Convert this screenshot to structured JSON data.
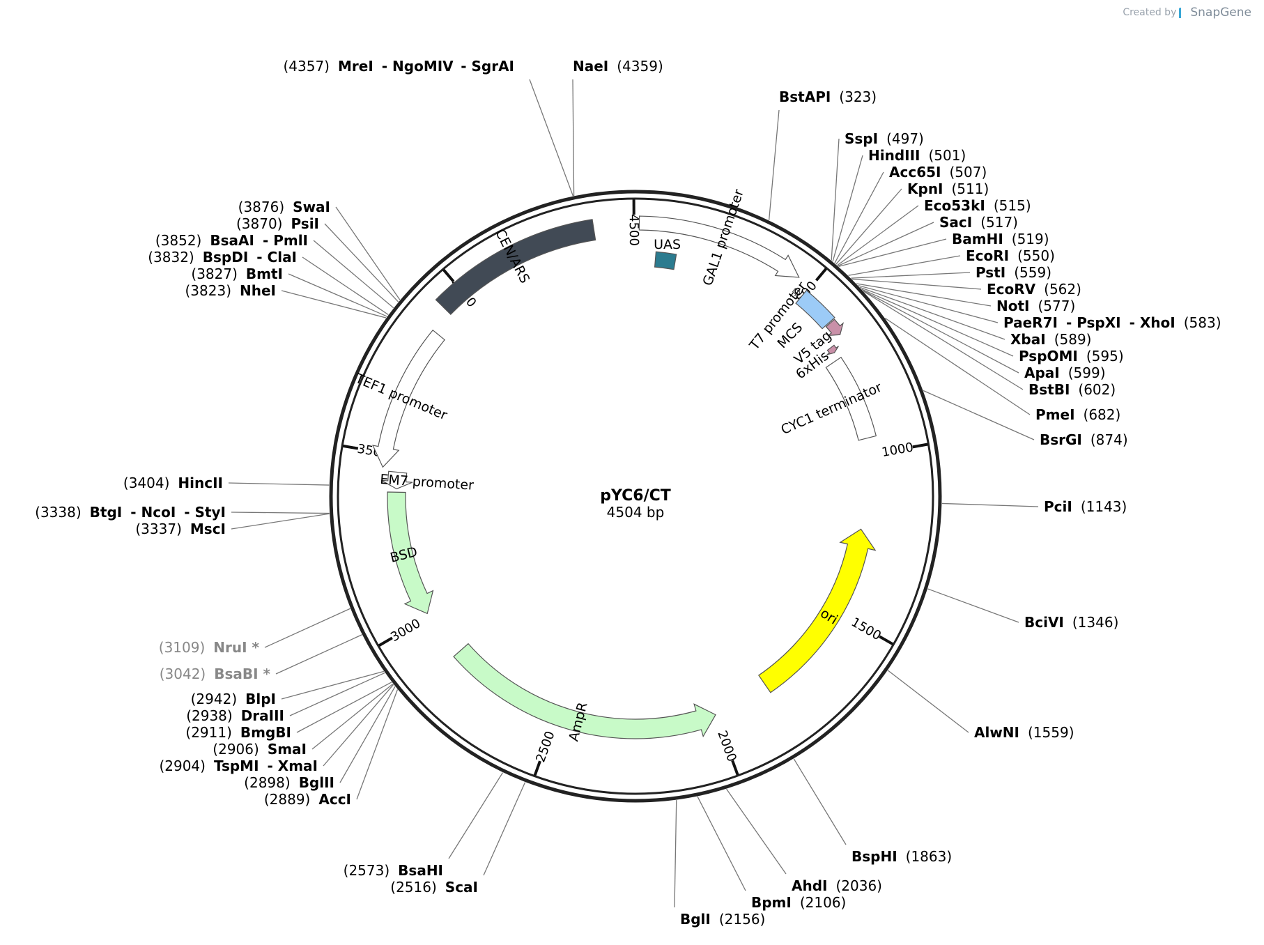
{
  "credit": {
    "prefix": "Created by",
    "brand": "SnapGene"
  },
  "plasmid": {
    "name": "pYC6/CT",
    "length_label": "4504 bp",
    "length": 4504
  },
  "colors": {
    "backbone": "#222222",
    "leader": "#777777",
    "cen_ars": "#414a55",
    "uas": "#2b7b8f",
    "bsd": "#c8fac8",
    "ampr": "#c8fac8",
    "ori": "#ffff00",
    "mcs": "#9ccbf7",
    "tag": "#c990a8"
  },
  "ticks": [
    {
      "pos": 500,
      "label": "500"
    },
    {
      "pos": 1000,
      "label": "1000"
    },
    {
      "pos": 1500,
      "label": "1500"
    },
    {
      "pos": 2000,
      "label": "2000"
    },
    {
      "pos": 2500,
      "label": "2500"
    },
    {
      "pos": 3000,
      "label": "3000"
    },
    {
      "pos": 3500,
      "label": "3500"
    },
    {
      "pos": 4000,
      "label": "4000"
    },
    {
      "pos": 4500,
      "label": "4500"
    }
  ],
  "features": [
    {
      "name": "CEN/ARS",
      "start": 3935,
      "end": 4393,
      "type": "block",
      "color": "#414a55",
      "label_inside": true
    },
    {
      "name": "GAL1 promoter",
      "start": 10,
      "end": 460,
      "type": "arrow",
      "color": "#ffffff"
    },
    {
      "name": "UAS",
      "start": 60,
      "end": 120,
      "type": "small",
      "color": "#2b7b8f"
    },
    {
      "name": "T7 promoter",
      "start": 470,
      "end": 490,
      "type": "small-arrow",
      "color": "#ffffff"
    },
    {
      "name": "MCS",
      "start": 497,
      "end": 602,
      "type": "block",
      "color": "#9ccbf7"
    },
    {
      "name": "V5 tag",
      "start": 605,
      "end": 647,
      "type": "arrow",
      "color": "#c990a8"
    },
    {
      "name": "6xHis",
      "start": 660,
      "end": 678,
      "type": "arrow",
      "color": "#c990a8"
    },
    {
      "name": "CYC1 terminator",
      "start": 700,
      "end": 950,
      "type": "block",
      "color": "#ffffff"
    },
    {
      "name": "ori",
      "start": 1230,
      "end": 1820,
      "type": "arrow-ccw",
      "color": "#ffff00"
    },
    {
      "name": "AmpR",
      "start": 2000,
      "end": 2860,
      "type": "arrow-ccw",
      "color": "#c8fac8"
    },
    {
      "name": "BSD",
      "start": 3010,
      "end": 3390,
      "type": "arrow-ccw",
      "color": "#c8fac8"
    },
    {
      "name": "EM7 promoter",
      "start": 3400,
      "end": 3450,
      "type": "arrow-ccw",
      "color": "#ffffff"
    },
    {
      "name": "TEF1 promoter",
      "start": 3460,
      "end": 3870,
      "type": "arrow-ccw",
      "color": "#ffffff"
    }
  ],
  "sites": [
    {
      "text": [
        {
          "t": "(4357)",
          "s": "num"
        },
        {
          "t": "MreI",
          "s": "nm"
        },
        {
          "t": "- NgoMIV",
          "s": "nm"
        },
        {
          "t": "- SgrAI",
          "s": "nm"
        }
      ],
      "pos": 4357,
      "side": "top-left"
    },
    {
      "text": [
        {
          "t": "NaeI",
          "s": "nm"
        },
        {
          "t": "(4359)",
          "s": "num"
        }
      ],
      "pos": 4359,
      "side": "top"
    },
    {
      "text": [
        {
          "t": "BstAPI",
          "s": "nm"
        },
        {
          "t": "(323)",
          "s": "num"
        }
      ],
      "pos": 323,
      "side": "right"
    },
    {
      "text": [
        {
          "t": "SspI",
          "s": "nm"
        },
        {
          "t": "(497)",
          "s": "num"
        }
      ],
      "pos": 497,
      "side": "right"
    },
    {
      "text": [
        {
          "t": "HindIII",
          "s": "nm"
        },
        {
          "t": "(501)",
          "s": "num"
        }
      ],
      "pos": 501,
      "side": "right"
    },
    {
      "text": [
        {
          "t": "Acc65I",
          "s": "nm"
        },
        {
          "t": "(507)",
          "s": "num"
        }
      ],
      "pos": 507,
      "side": "right"
    },
    {
      "text": [
        {
          "t": "KpnI",
          "s": "nm"
        },
        {
          "t": "(511)",
          "s": "num"
        }
      ],
      "pos": 511,
      "side": "right"
    },
    {
      "text": [
        {
          "t": "Eco53kI",
          "s": "nm"
        },
        {
          "t": "(515)",
          "s": "num"
        }
      ],
      "pos": 515,
      "side": "right"
    },
    {
      "text": [
        {
          "t": "SacI",
          "s": "nm"
        },
        {
          "t": "(517)",
          "s": "num"
        }
      ],
      "pos": 517,
      "side": "right"
    },
    {
      "text": [
        {
          "t": "BamHI",
          "s": "nm"
        },
        {
          "t": "(519)",
          "s": "num"
        }
      ],
      "pos": 519,
      "side": "right"
    },
    {
      "text": [
        {
          "t": "EcoRI",
          "s": "nm"
        },
        {
          "t": "(550)",
          "s": "num"
        }
      ],
      "pos": 550,
      "side": "right"
    },
    {
      "text": [
        {
          "t": "PstI",
          "s": "nm"
        },
        {
          "t": "(559)",
          "s": "num"
        }
      ],
      "pos": 559,
      "side": "right"
    },
    {
      "text": [
        {
          "t": "EcoRV",
          "s": "nm"
        },
        {
          "t": "(562)",
          "s": "num"
        }
      ],
      "pos": 562,
      "side": "right"
    },
    {
      "text": [
        {
          "t": "NotI",
          "s": "nm"
        },
        {
          "t": "(577)",
          "s": "num"
        }
      ],
      "pos": 577,
      "side": "right"
    },
    {
      "text": [
        {
          "t": "PaeR7I",
          "s": "nm"
        },
        {
          "t": "- PspXI",
          "s": "nm"
        },
        {
          "t": "- XhoI",
          "s": "nm"
        },
        {
          "t": "(583)",
          "s": "num"
        }
      ],
      "pos": 583,
      "side": "right"
    },
    {
      "text": [
        {
          "t": "XbaI",
          "s": "nm"
        },
        {
          "t": "(589)",
          "s": "num"
        }
      ],
      "pos": 589,
      "side": "right"
    },
    {
      "text": [
        {
          "t": "PspOMI",
          "s": "nm"
        },
        {
          "t": "(595)",
          "s": "num"
        }
      ],
      "pos": 595,
      "side": "right"
    },
    {
      "text": [
        {
          "t": "ApaI",
          "s": "nm"
        },
        {
          "t": "(599)",
          "s": "num"
        }
      ],
      "pos": 599,
      "side": "right"
    },
    {
      "text": [
        {
          "t": "BstBI",
          "s": "nm"
        },
        {
          "t": "(602)",
          "s": "num"
        }
      ],
      "pos": 602,
      "side": "right"
    },
    {
      "text": [
        {
          "t": "PmeI",
          "s": "nm"
        },
        {
          "t": "(682)",
          "s": "num"
        }
      ],
      "pos": 682,
      "side": "right"
    },
    {
      "text": [
        {
          "t": "BsrGI",
          "s": "nm"
        },
        {
          "t": "(874)",
          "s": "num"
        }
      ],
      "pos": 874,
      "side": "right"
    },
    {
      "text": [
        {
          "t": "PciI",
          "s": "nm"
        },
        {
          "t": "(1143)",
          "s": "num"
        }
      ],
      "pos": 1143,
      "side": "right"
    },
    {
      "text": [
        {
          "t": "BciVI",
          "s": "nm"
        },
        {
          "t": "(1346)",
          "s": "num"
        }
      ],
      "pos": 1346,
      "side": "right"
    },
    {
      "text": [
        {
          "t": "AlwNI",
          "s": "nm"
        },
        {
          "t": "(1559)",
          "s": "num"
        }
      ],
      "pos": 1559,
      "side": "right"
    },
    {
      "text": [
        {
          "t": "BspHI",
          "s": "nm"
        },
        {
          "t": "(1863)",
          "s": "num"
        }
      ],
      "pos": 1863,
      "side": "right"
    },
    {
      "text": [
        {
          "t": "AhdI",
          "s": "nm"
        },
        {
          "t": "(2036)",
          "s": "num"
        }
      ],
      "pos": 2036,
      "side": "right"
    },
    {
      "text": [
        {
          "t": "BpmI",
          "s": "nm"
        },
        {
          "t": "(2106)",
          "s": "num"
        }
      ],
      "pos": 2106,
      "side": "right"
    },
    {
      "text": [
        {
          "t": "BglI",
          "s": "nm"
        },
        {
          "t": "(2156)",
          "s": "num"
        }
      ],
      "pos": 2156,
      "side": "right"
    },
    {
      "text": [
        {
          "t": "(2573)",
          "s": "num"
        },
        {
          "t": "BsaHI",
          "s": "nm"
        }
      ],
      "pos": 2573,
      "side": "left"
    },
    {
      "text": [
        {
          "t": "(2516)",
          "s": "num"
        },
        {
          "t": "ScaI",
          "s": "nm"
        }
      ],
      "pos": 2516,
      "side": "left"
    },
    {
      "text": [
        {
          "t": "(2889)",
          "s": "num"
        },
        {
          "t": "AccI",
          "s": "nm"
        }
      ],
      "pos": 2889,
      "side": "left"
    },
    {
      "text": [
        {
          "t": "(2898)",
          "s": "num"
        },
        {
          "t": "BglII",
          "s": "nm"
        }
      ],
      "pos": 2898,
      "side": "left"
    },
    {
      "text": [
        {
          "t": "(2904)",
          "s": "num"
        },
        {
          "t": "TspMI",
          "s": "nm"
        },
        {
          "t": "- XmaI",
          "s": "nm"
        }
      ],
      "pos": 2904,
      "side": "left"
    },
    {
      "text": [
        {
          "t": "(2906)",
          "s": "num"
        },
        {
          "t": "SmaI",
          "s": "nm"
        }
      ],
      "pos": 2906,
      "side": "left"
    },
    {
      "text": [
        {
          "t": "(2911)",
          "s": "num"
        },
        {
          "t": "BmgBI",
          "s": "nm"
        }
      ],
      "pos": 2911,
      "side": "left"
    },
    {
      "text": [
        {
          "t": "(2938)",
          "s": "num"
        },
        {
          "t": "DraIII",
          "s": "nm"
        }
      ],
      "pos": 2938,
      "side": "left"
    },
    {
      "text": [
        {
          "t": "(2942)",
          "s": "num"
        },
        {
          "t": "BlpI",
          "s": "nm"
        }
      ],
      "pos": 2942,
      "side": "left"
    },
    {
      "text": [
        {
          "t": "(3042)",
          "s": "num dim"
        },
        {
          "t": "BsaBI *",
          "s": "nm dim"
        }
      ],
      "pos": 3042,
      "side": "left"
    },
    {
      "text": [
        {
          "t": "(3109)",
          "s": "num dim"
        },
        {
          "t": "NruI *",
          "s": "nm dim"
        }
      ],
      "pos": 3109,
      "side": "left"
    },
    {
      "text": [
        {
          "t": "(3337)",
          "s": "num"
        },
        {
          "t": "MscI",
          "s": "nm"
        }
      ],
      "pos": 3337,
      "side": "left"
    },
    {
      "text": [
        {
          "t": "(3338)",
          "s": "num"
        },
        {
          "t": "BtgI",
          "s": "nm"
        },
        {
          "t": "- NcoI",
          "s": "nm"
        },
        {
          "t": "- StyI",
          "s": "nm"
        }
      ],
      "pos": 3338,
      "side": "left"
    },
    {
      "text": [
        {
          "t": "(3404)",
          "s": "num"
        },
        {
          "t": "HincII",
          "s": "nm"
        }
      ],
      "pos": 3404,
      "side": "left"
    },
    {
      "text": [
        {
          "t": "(3823)",
          "s": "num"
        },
        {
          "t": "NheI",
          "s": "nm"
        }
      ],
      "pos": 3823,
      "side": "left"
    },
    {
      "text": [
        {
          "t": "(3827)",
          "s": "num"
        },
        {
          "t": "BmtI",
          "s": "nm"
        }
      ],
      "pos": 3827,
      "side": "left"
    },
    {
      "text": [
        {
          "t": "(3832)",
          "s": "num"
        },
        {
          "t": "BspDI",
          "s": "nm"
        },
        {
          "t": "- ClaI",
          "s": "nm"
        }
      ],
      "pos": 3832,
      "side": "left"
    },
    {
      "text": [
        {
          "t": "(3852)",
          "s": "num"
        },
        {
          "t": "BsaAI",
          "s": "nm"
        },
        {
          "t": "- PmlI",
          "s": "nm"
        }
      ],
      "pos": 3852,
      "side": "left"
    },
    {
      "text": [
        {
          "t": "(3870)",
          "s": "num"
        },
        {
          "t": "PsiI",
          "s": "nm"
        }
      ],
      "pos": 3870,
      "side": "left"
    },
    {
      "text": [
        {
          "t": "(3876)",
          "s": "num"
        },
        {
          "t": "SwaI",
          "s": "nm"
        }
      ],
      "pos": 3876,
      "side": "left"
    }
  ]
}
